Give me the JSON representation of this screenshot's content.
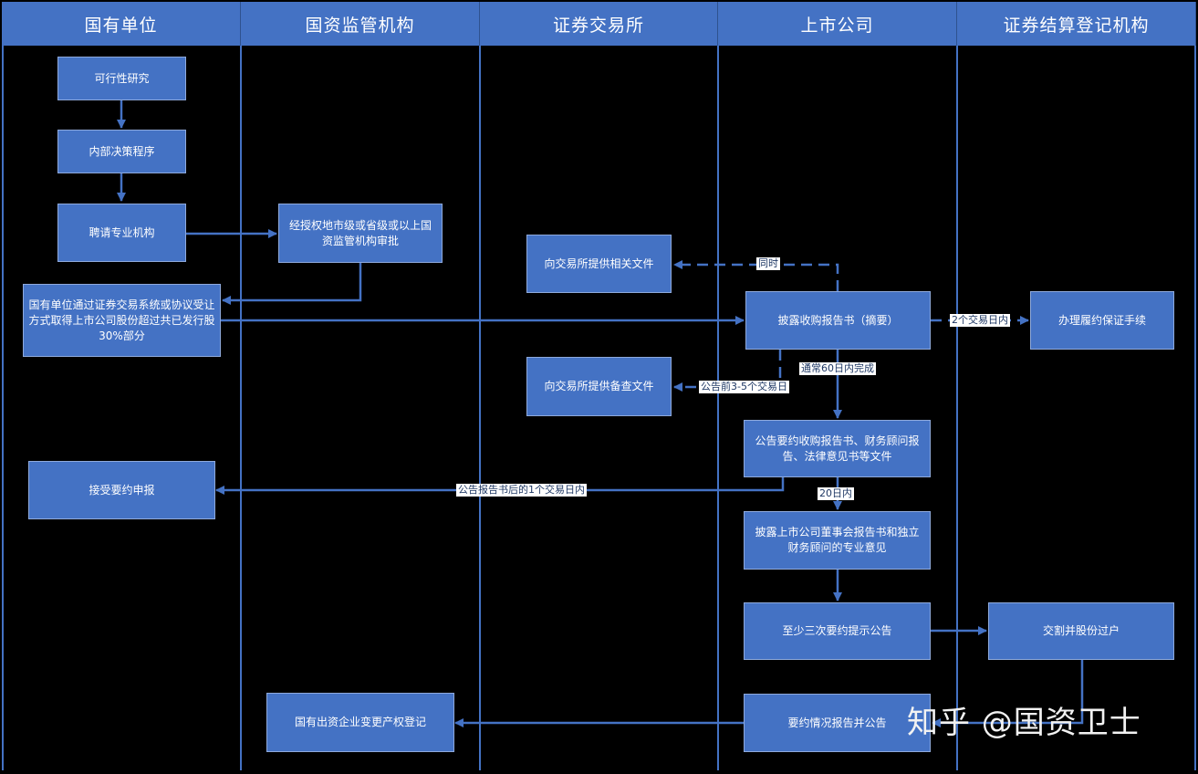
{
  "lanes": [
    "国有单位",
    "国资监管机构",
    "证券交易所",
    "上市公司",
    "证券结算登记机构"
  ],
  "nodes": {
    "feasibility": "可行性研究",
    "internal_decision": "内部决策程序",
    "hire_agency": "聘请专业机构",
    "approval": "经授权地市级或省级或以上国资监管机构审批",
    "acquire": "国有单位通过证券交易系统或协议受让方式取得上市公司股份超过共已发行股30%部分",
    "submit_docs": "向交易所提供相关文件",
    "disclose_summary": "披露收购报告书（摘要）",
    "guarantee": "办理履约保证手续",
    "submit_filing": "向交易所提供备查文件",
    "announce_offer": "公告要约收购报告书、财务顾问报告、法律意见书等文件",
    "accept_offer": "接受要约申报",
    "board_report": "披露上市公司董事会报告书和独立财务顾问的专业意见",
    "reminder": "至少三次要约提示公告",
    "settlement": "交割并股份过户",
    "registration": "国有出资企业变更产权登记",
    "offer_result": "要约情况报告并公告"
  },
  "edge_labels": {
    "simultaneous": "同时",
    "two_days": "2个交易日内",
    "sixty_days": "通常60日内完成",
    "pre_announce": "公告前3-5个交易日",
    "one_day": "公告报告书后的1个交易日内",
    "twenty_days": "20日内"
  },
  "watermark": "知乎 @国资卫士",
  "colors": {
    "box": "#4472c4",
    "line": "#4472c4",
    "background": "#000000",
    "text": "#ffffff"
  }
}
